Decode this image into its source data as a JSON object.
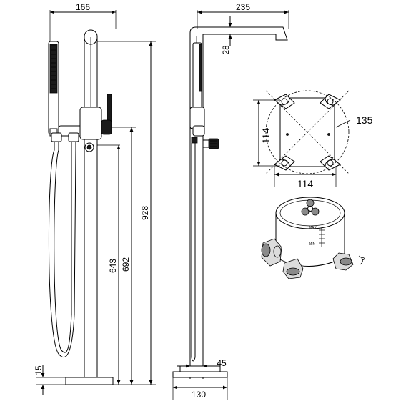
{
  "dimensions": {
    "front_width": "166",
    "side_width": "235",
    "spout_thickness": "28",
    "total_height": "928",
    "handshower_height": "692",
    "outlet_height": "643",
    "base_thickness": "15",
    "base_diameter": "130",
    "pipe_diameter": "45",
    "mount_diameter": "135",
    "mount_width": "114",
    "mount_height": "114"
  },
  "valve_labels": {
    "max": "MAX",
    "min": "MIN"
  }
}
